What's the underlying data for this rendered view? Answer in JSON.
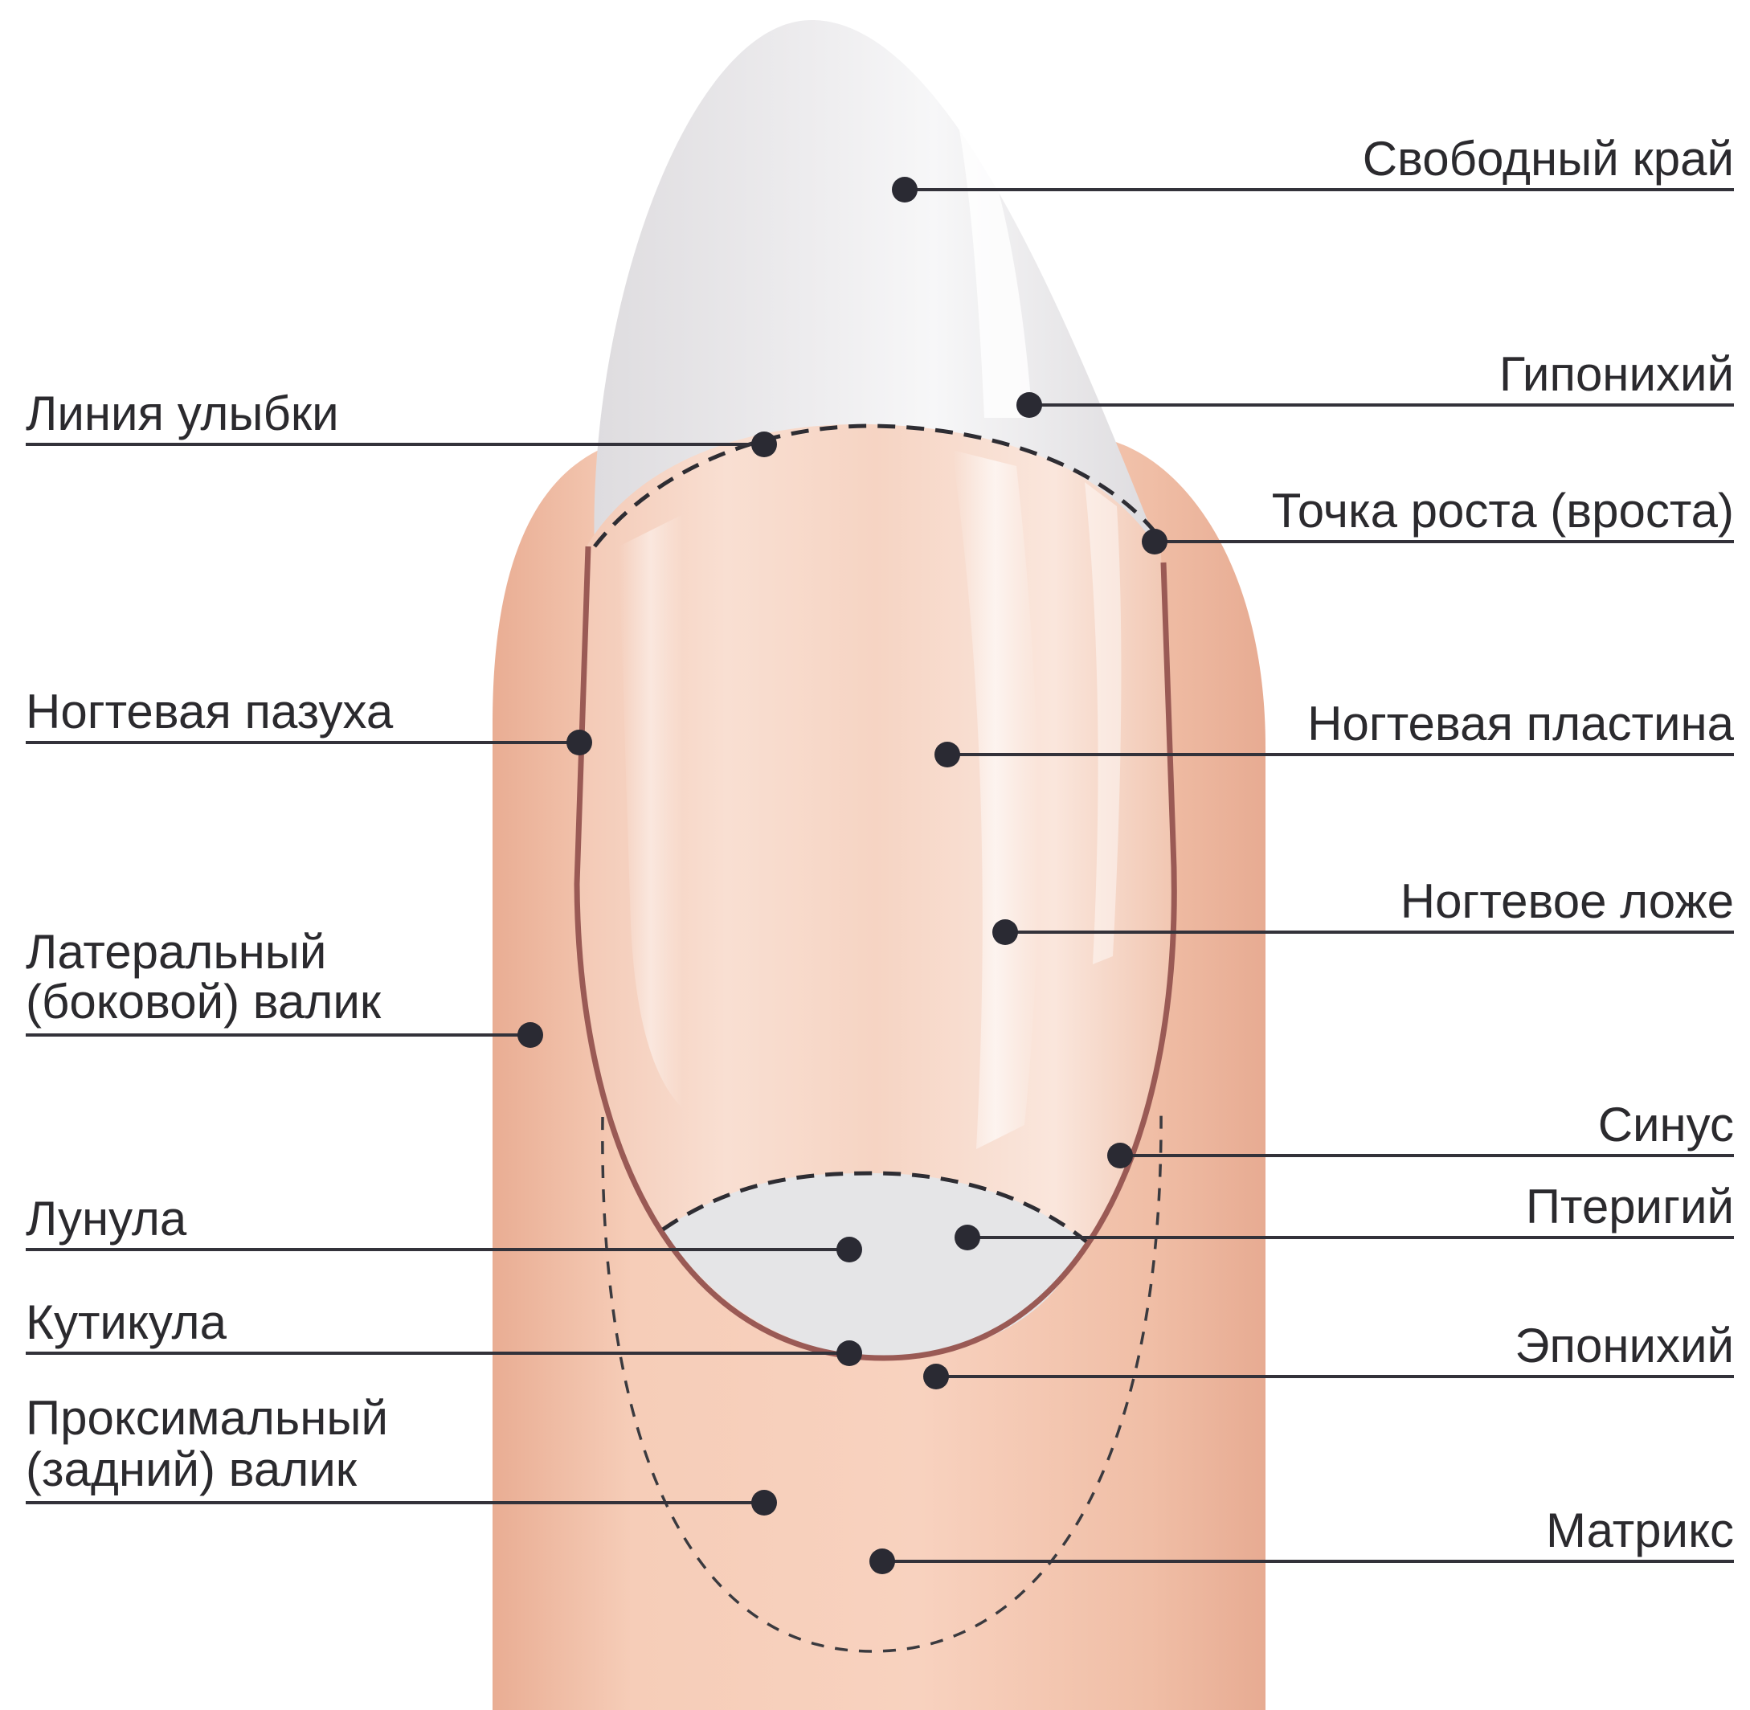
{
  "colors": {
    "background": "#ffffff",
    "skin": "#f0c2ab",
    "nail_plate": "#f8dccd",
    "free_edge": "#e9e7e9",
    "lunula": "#e6e6e8",
    "nail_outline": "#9a5a55",
    "leader_line": "#33323a",
    "dot": "#2a2a33",
    "text": "#2b2a2e"
  },
  "labels": {
    "free_edge": "Свободный край",
    "hyponychium": "Гипонихий",
    "smile_line": "Линия улыбки",
    "growth_point": "Точка роста (вроста)",
    "nail_sinus": "Ногтевая пазуха",
    "nail_plate": "Ногтевая пластина",
    "nail_bed": "Ногтевое ложе",
    "lateral_fold_line1": "Латеральный",
    "lateral_fold_line2": "(боковой) валик",
    "sinus": "Синус",
    "lunula": "Лунула",
    "pterygium": "Птеригий",
    "cuticle": "Кутикула",
    "eponychium": "Эпонихий",
    "proximal_fold_line1": "Проксимальный",
    "proximal_fold_line2": "(задний) валик",
    "matrix": "Матрикс"
  }
}
